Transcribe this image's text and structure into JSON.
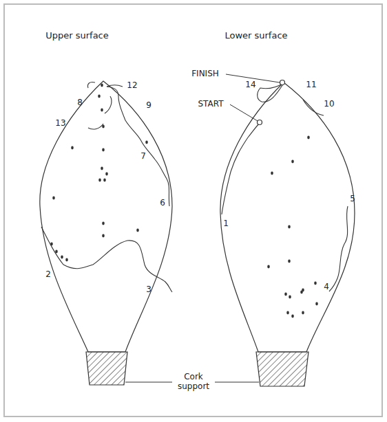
{
  "diagram": {
    "labels": [
      "Upper surface",
      "Lower surface",
      "12",
      "8",
      "9",
      "13",
      "7",
      "6",
      "2",
      "3",
      "FINISH",
      "START",
      "14",
      "11",
      "10",
      "1",
      "5",
      "4",
      "Cork support"
    ]
  }
}
